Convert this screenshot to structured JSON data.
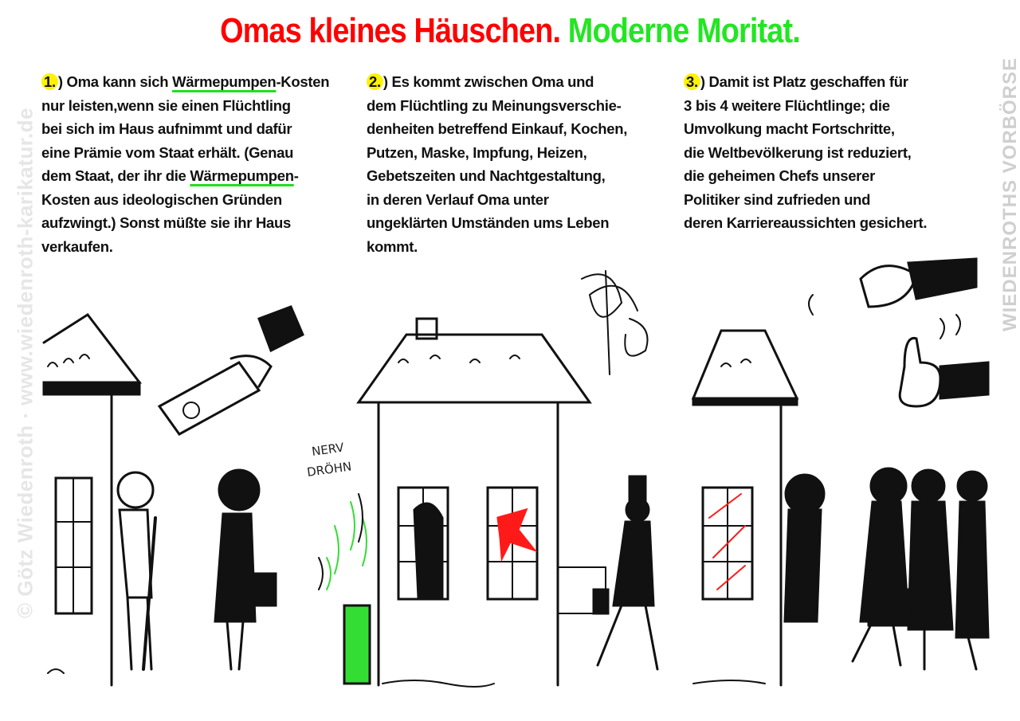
{
  "title": {
    "part1": "Omas kleines Häuschen.",
    "part2": "Moderne Moritat.",
    "colors": {
      "part1": "#ff0000",
      "part2": "#22e622"
    }
  },
  "panels": [
    {
      "number": "1.",
      "lines": [
        {
          "pre": ") Oma kann sich ",
          "ul": "Wärmepumpen",
          "post": "-Kosten"
        },
        {
          "pre": "nur leisten,wenn sie einen Flüchtling"
        },
        {
          "pre": "bei sich im Haus aufnimmt und dafür"
        },
        {
          "pre": "eine Prämie vom Staat erhält. (Genau"
        },
        {
          "pre": "dem Staat, der ihr die ",
          "ul": "Wärmepumpen",
          "post": "-"
        },
        {
          "pre": "Kosten aus ideologischen Gründen"
        },
        {
          "pre": "aufzwingt.) Sonst müßte sie ihr Haus"
        },
        {
          "pre": "verkaufen."
        }
      ]
    },
    {
      "number": "2.",
      "lines": [
        {
          "pre": ") Es kommt zwischen Oma und"
        },
        {
          "pre": "dem Flüchtling zu Meinungsverschie-"
        },
        {
          "pre": "denheiten betreffend Einkauf, Kochen,"
        },
        {
          "pre": "Putzen, Maske, Impfung, Heizen,"
        },
        {
          "pre": "Gebetszeiten und Nachtgestaltung,"
        },
        {
          "pre": "in deren Verlauf Oma unter"
        },
        {
          "pre": "ungeklärten Umständen ums Leben"
        },
        {
          "pre": "kommt."
        }
      ]
    },
    {
      "number": "3.",
      "lines": [
        {
          "pre": ") Damit ist Platz geschaffen für"
        },
        {
          "pre": "3 bis 4 weitere Flüchtlinge; die"
        },
        {
          "pre": "Umvolkung macht Fortschritte,"
        },
        {
          "pre": "die Weltbevölkerung ist reduziert,"
        },
        {
          "pre": "die geheimen Chefs unserer"
        },
        {
          "pre": "Politiker sind zufrieden und"
        },
        {
          "pre": "deren Karriereaussichten gesichert."
        }
      ]
    }
  ],
  "handwritten": {
    "noise1": "NERV",
    "noise2": "DRÖHN"
  },
  "watermarks": {
    "left": "© Götz Wiedenroth · www.wiedenroth-karikatur.de",
    "right": "WIEDENROTHS VORBÖRSE"
  },
  "accent_colors": {
    "highlight": "#fff200",
    "underline": "#22dd22",
    "blood": "#ff1a1a",
    "heatpump": "#33dd33"
  }
}
